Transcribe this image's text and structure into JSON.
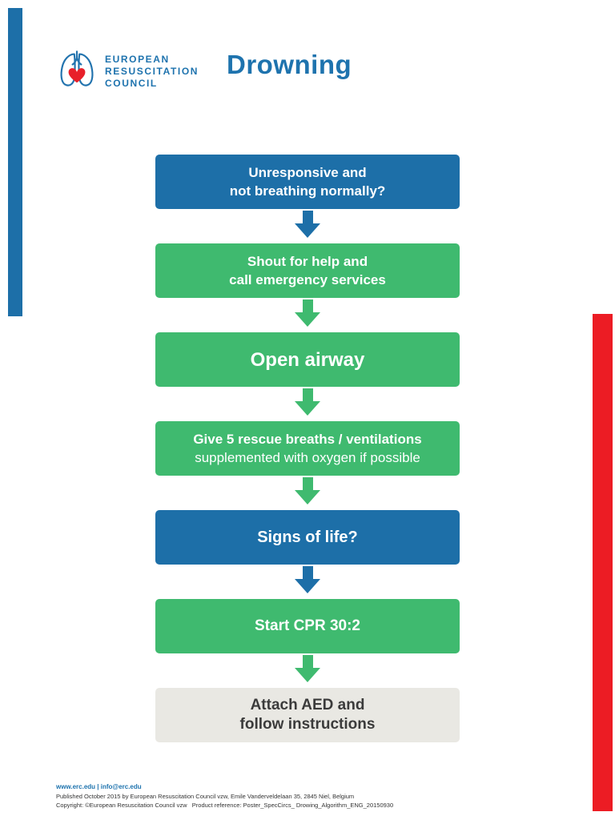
{
  "page": {
    "title": "Drowning"
  },
  "logo": {
    "icon": "erc-lungs-heart-logo",
    "org_lines": [
      "EUROPEAN",
      "RESUSCITATION",
      "COUNCIL"
    ]
  },
  "colors": {
    "box_blue": "#1D6FA8",
    "box_green": "#3FBA6F",
    "box_gray": "#E9E8E3",
    "gray_box_text": "#3B3B3B",
    "title_blue": "#1E73AE",
    "accent_red": "#EC1C24"
  },
  "flowchart": {
    "boxes": [
      {
        "id": "unresponsive",
        "color": "blue",
        "lines": [
          "Unresponsive and",
          "not breathing normally?"
        ]
      },
      {
        "id": "shout-for-help",
        "color": "green",
        "lines": [
          "Shout for help and",
          "call emergency services"
        ]
      },
      {
        "id": "open-airway",
        "color": "green",
        "lines": [
          "Open airway"
        ]
      },
      {
        "id": "rescue-breaths",
        "color": "green",
        "line_bold": "Give 5 rescue breaths / ventilations",
        "line_sub": "supplemented with oxygen if possible"
      },
      {
        "id": "signs-of-life",
        "color": "blue",
        "lines": [
          "Signs of life?"
        ]
      },
      {
        "id": "start-cpr",
        "color": "green",
        "lines": [
          "Start CPR 30:2"
        ]
      },
      {
        "id": "attach-aed",
        "color": "gray",
        "lines": [
          "Attach AED and",
          "follow instructions"
        ]
      }
    ],
    "arrows": [
      "blue",
      "green",
      "green",
      "green",
      "blue",
      "green"
    ]
  },
  "footer": {
    "contact": "www.erc.edu | info@erc.edu",
    "published": "Published October 2015 by European Resuscitation Council vzw, Emile Vanderveldelaan 35, 2845 Niel, Belgium",
    "copyright": "Copyright: ©European Resuscitation Council vzw   Product reference: Poster_SpecCircs_ Drowing_Algorithm_ENG_20150930"
  }
}
